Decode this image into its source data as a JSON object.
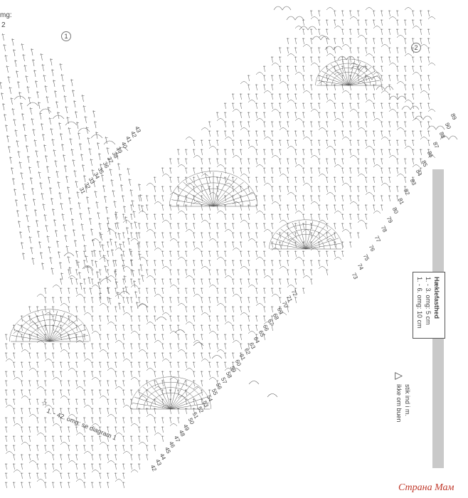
{
  "header_fragment": {
    "line1": "mg:",
    "line2": "2"
  },
  "diagram_labels": {
    "diagram1": "1",
    "diagram2": "2"
  },
  "row_numbers_left_diagram": [
    "43",
    "42",
    "41",
    "40",
    "39",
    "38",
    "37",
    "36",
    "35",
    "34",
    "33",
    "32",
    "31"
  ],
  "row_numbers_right_diagram": [
    "89",
    "90",
    "88",
    "87",
    "86",
    "85",
    "84",
    "83",
    "82",
    "81",
    "80",
    "79",
    "78",
    "77",
    "76",
    "75",
    "74",
    "73"
  ],
  "row_numbers_main_bottom": [
    "42",
    "43",
    "44",
    "45",
    "46",
    "47",
    "48",
    "49",
    "50",
    "51",
    "52",
    "53",
    "54",
    "55",
    "56",
    "57",
    "58",
    "59",
    "60",
    "61",
    "62",
    "63",
    "64",
    "65",
    "66",
    "67",
    "68",
    "69",
    "70",
    "71",
    "72"
  ],
  "gauge_box": {
    "title": "Hæklefasthed",
    "line1": "1. - 3. omg: 5 cm",
    "line2": "1. - 6. omg: 10 cm"
  },
  "symbol_legend": {
    "symbol": "△",
    "line1": "stik ind i m.",
    "line2": "ikke om buen"
  },
  "footnote": {
    "star": "☆",
    "text": "1. - 42. omg: se diagram 1"
  },
  "watermark": "Страна Мам",
  "colors": {
    "ink": "#555555",
    "paper": "#ffffff",
    "bar": "#c9c9c9",
    "watermark": "#c0392b"
  }
}
